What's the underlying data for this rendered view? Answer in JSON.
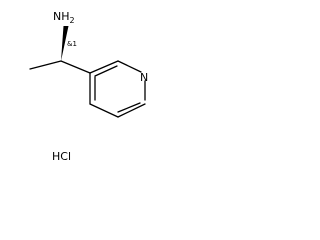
{
  "molecule": {
    "amine_label": "NH",
    "amine_subscript": "2",
    "stereo_label": "&1",
    "ring_nitrogen_label": "N",
    "salt_label": "HCl"
  }
}
